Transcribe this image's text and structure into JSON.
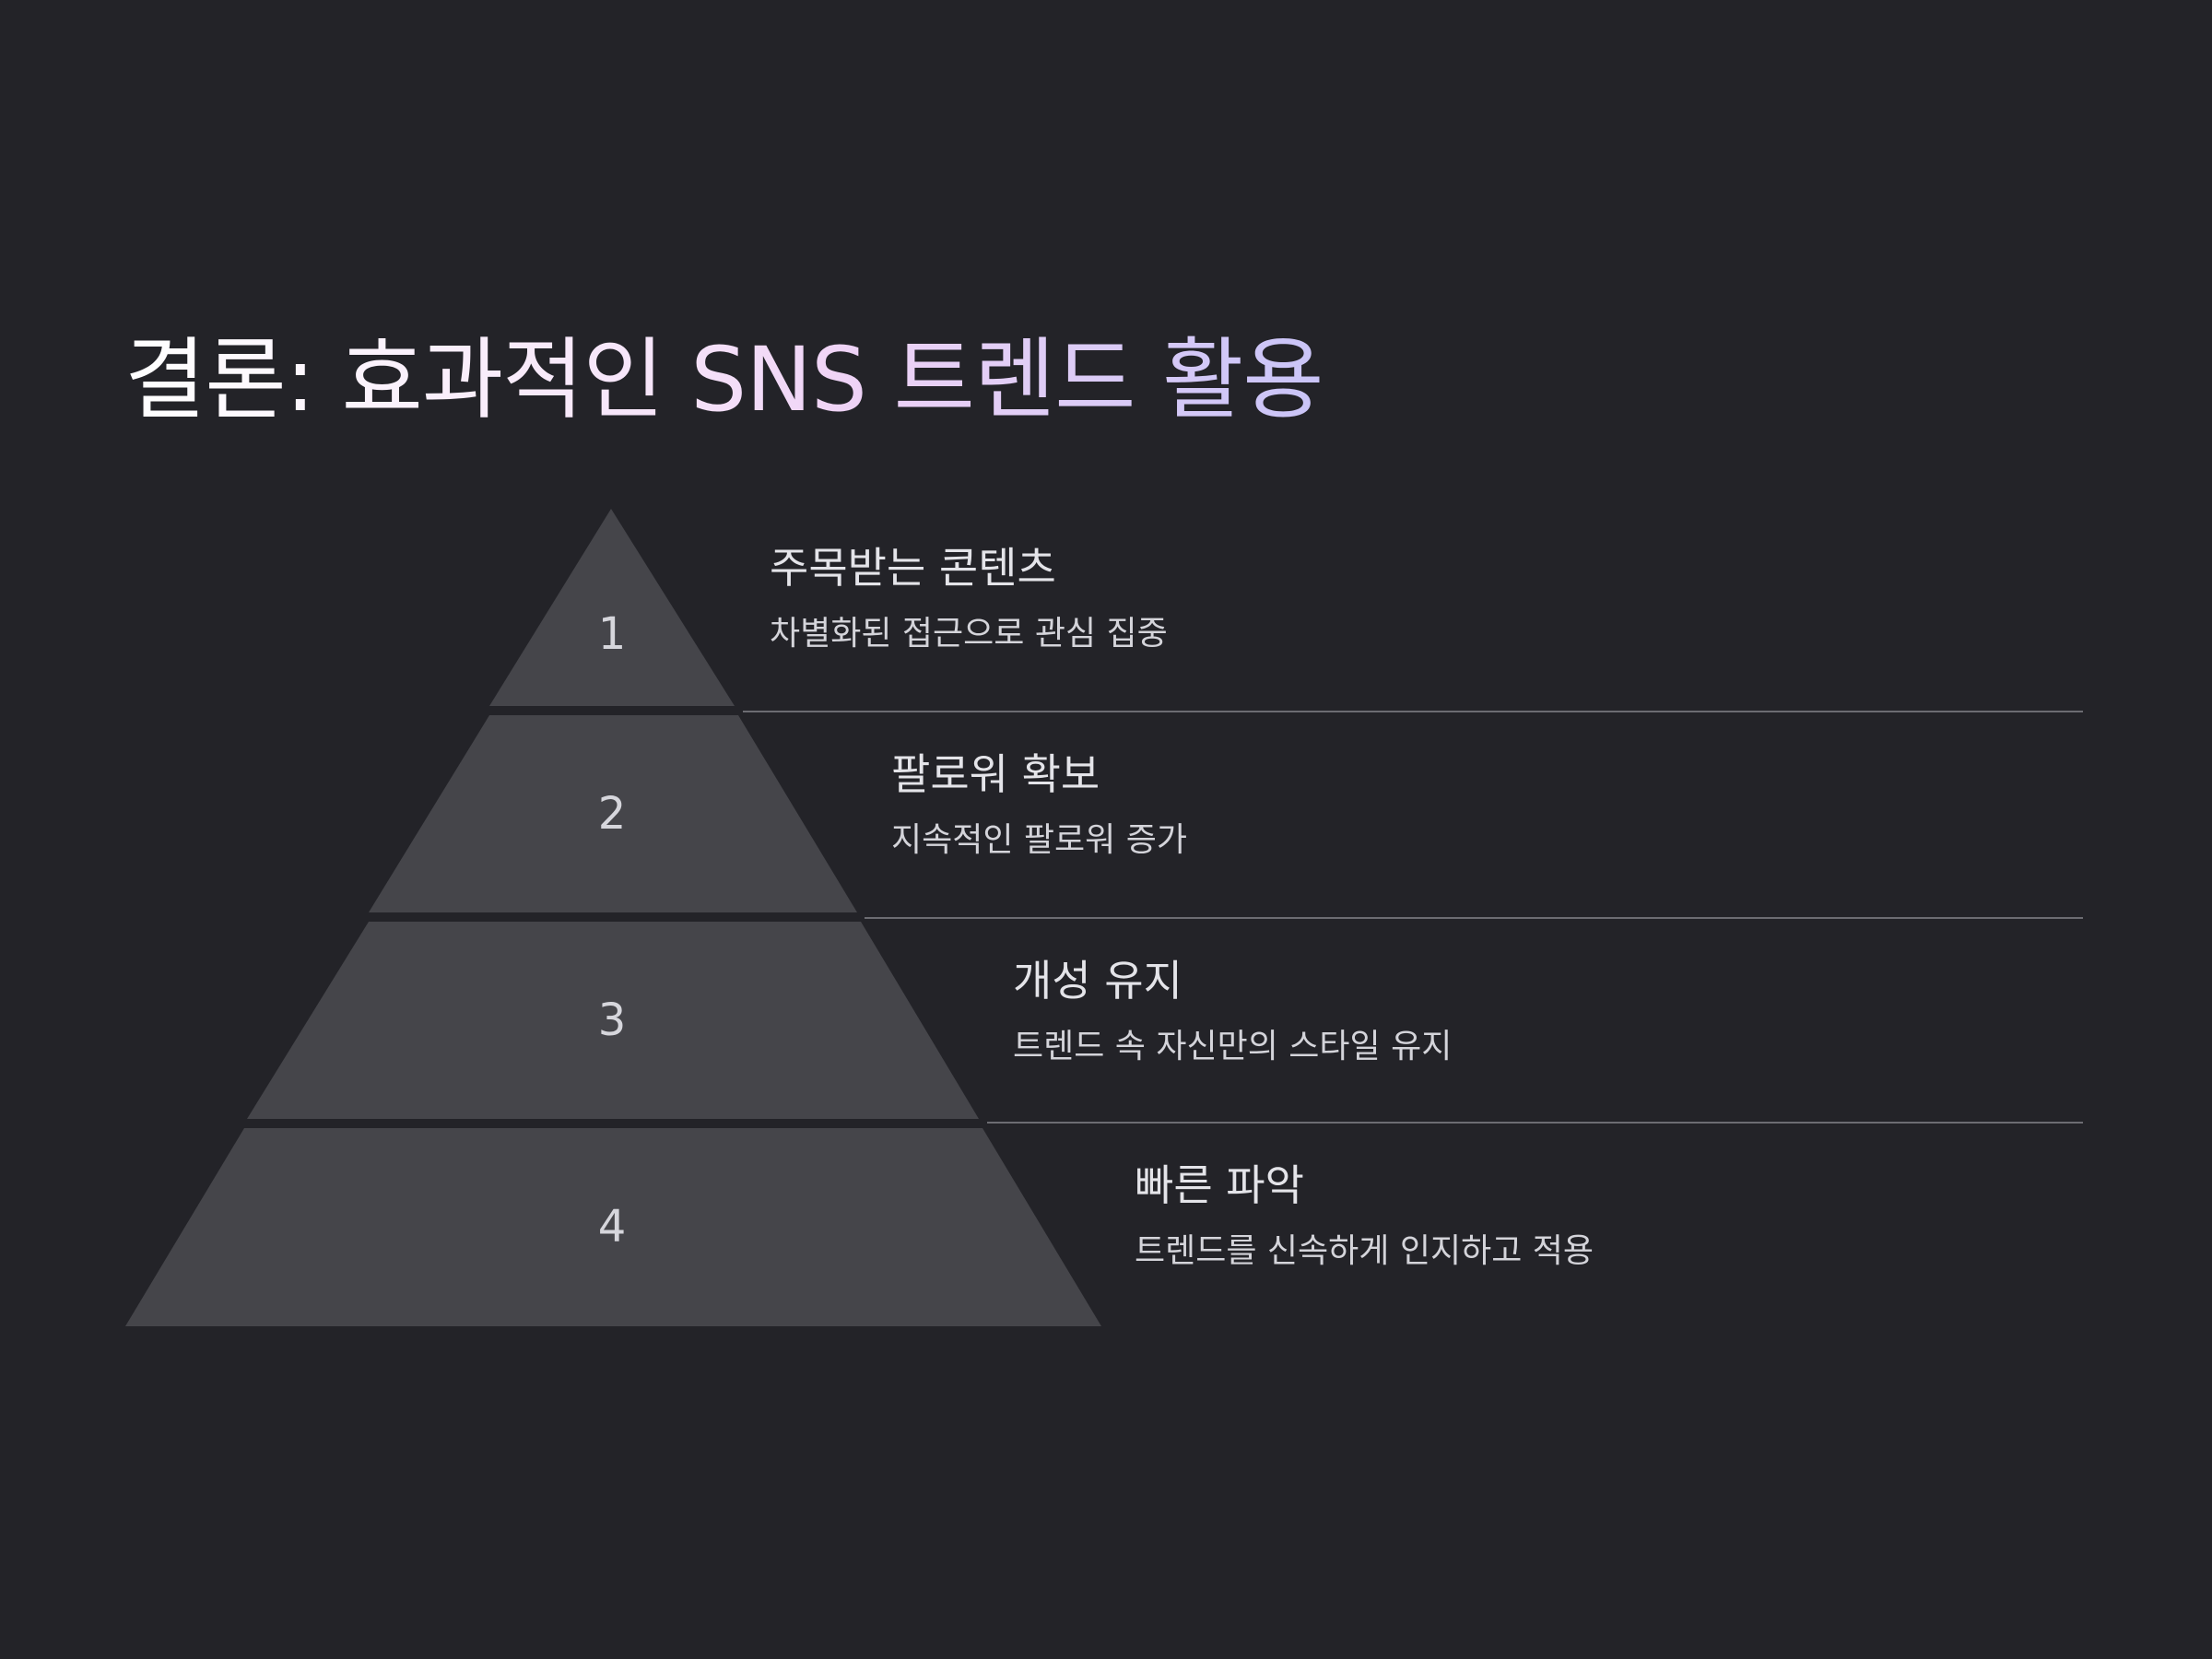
{
  "title": "결론: 효과적인 SNS 트렌드 활용",
  "tiers": [
    {
      "number": "1",
      "heading": "주목받는 콘텐츠",
      "description": "차별화된 접근으로 관심 집중"
    },
    {
      "number": "2",
      "heading": "팔로워 확보",
      "description": "지속적인 팔로워 증가"
    },
    {
      "number": "3",
      "heading": "개성 유지",
      "description": "트렌드 속 자신만의 스타일 유지"
    },
    {
      "number": "4",
      "heading": "빠른 파악",
      "description": "트렌드를 신속하게 인지하고 적용"
    }
  ],
  "colors": {
    "background": "#232328",
    "tier_fill": "#45454a",
    "divider": "#6c6c72"
  }
}
